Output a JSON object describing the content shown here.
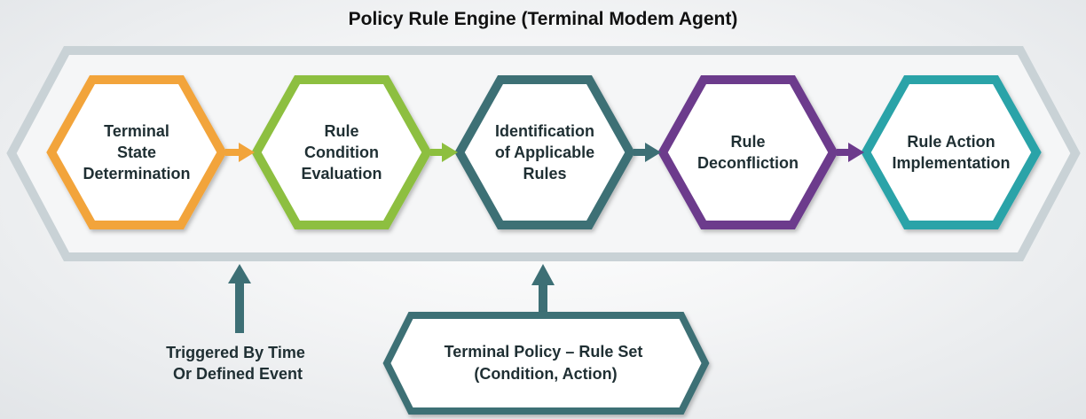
{
  "title": "Policy Rule Engine (Terminal Modem Agent)",
  "stages": [
    {
      "id": "terminal-state-determination",
      "lines": [
        "Terminal",
        "State",
        "Determination"
      ],
      "color": "#f2a43a"
    },
    {
      "id": "rule-condition-evaluation",
      "lines": [
        "Rule",
        "Condition",
        "Evaluation"
      ],
      "color": "#8dbf3f"
    },
    {
      "id": "identification-of-applicable-rules",
      "lines": [
        "Identification",
        "of Applicable",
        "Rules"
      ],
      "color": "#3d6f75"
    },
    {
      "id": "rule-deconfliction",
      "lines": [
        "Rule",
        "Deconfliction"
      ],
      "color": "#6c3a8c"
    },
    {
      "id": "rule-action-implementation",
      "lines": [
        "Rule Action",
        "Implementation"
      ],
      "color": "#2aa3a8"
    }
  ],
  "trigger": {
    "lines": [
      "Triggered By Time",
      "Or Defined Event"
    ]
  },
  "rule_set": {
    "lines": [
      "Terminal Policy – Rule Set",
      "(Condition, Action)"
    ]
  },
  "colors": {
    "outer_border": "#c9d2d6",
    "teal_arrow": "#3d6f75",
    "rule_set_border": "#3d6f75"
  }
}
